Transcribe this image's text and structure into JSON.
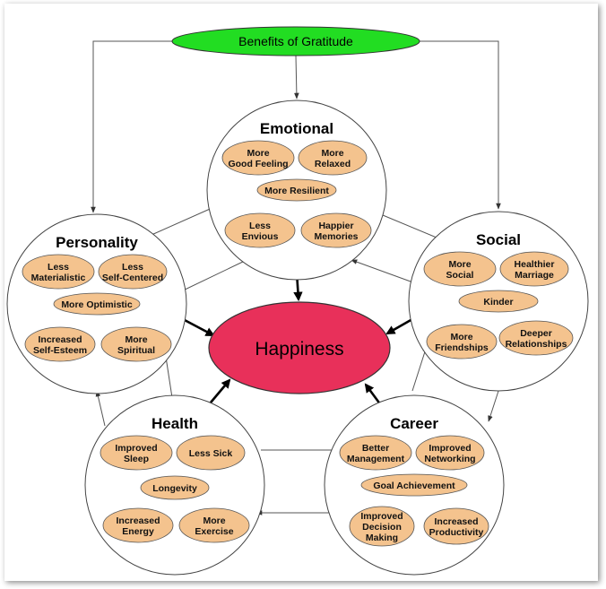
{
  "top_node": {
    "label": "Benefits of Gratitude",
    "color": "#22dd22"
  },
  "center_node": {
    "label": "Happiness",
    "color": "#e8305a"
  },
  "pill_color": "#f4c38e",
  "groups": [
    {
      "id": "emotional",
      "title": "Emotional",
      "items": [
        [
          "More",
          "Good Feeling"
        ],
        [
          "More",
          "Relaxed"
        ],
        [
          "More Resilient"
        ],
        [
          "Less",
          "Envious"
        ],
        [
          "Happier",
          "Memories"
        ]
      ]
    },
    {
      "id": "personality",
      "title": "Personality",
      "items": [
        [
          "Less",
          "Materialistic"
        ],
        [
          "Less",
          "Self-Centered"
        ],
        [
          "More Optimistic"
        ],
        [
          "Increased",
          "Self-Esteem"
        ],
        [
          "More",
          "Spiritual"
        ]
      ]
    },
    {
      "id": "social",
      "title": "Social",
      "items": [
        [
          "More",
          "Social"
        ],
        [
          "Healthier",
          "Marriage"
        ],
        [
          "Kinder"
        ],
        [
          "More",
          "Friendships"
        ],
        [
          "Deeper",
          "Relationships"
        ]
      ]
    },
    {
      "id": "health",
      "title": "Health",
      "items": [
        [
          "Improved",
          "Sleep"
        ],
        [
          "Less Sick"
        ],
        [
          "Longevity"
        ],
        [
          "Increased",
          "Energy"
        ],
        [
          "More",
          "Exercise"
        ]
      ]
    },
    {
      "id": "career",
      "title": "Career",
      "items": [
        [
          "Better",
          "Management"
        ],
        [
          "Improved",
          "Networking"
        ],
        [
          "Goal Achievement"
        ],
        [
          "Improved",
          "Decision",
          "Making"
        ],
        [
          "Increased",
          "Productivity"
        ]
      ]
    }
  ]
}
